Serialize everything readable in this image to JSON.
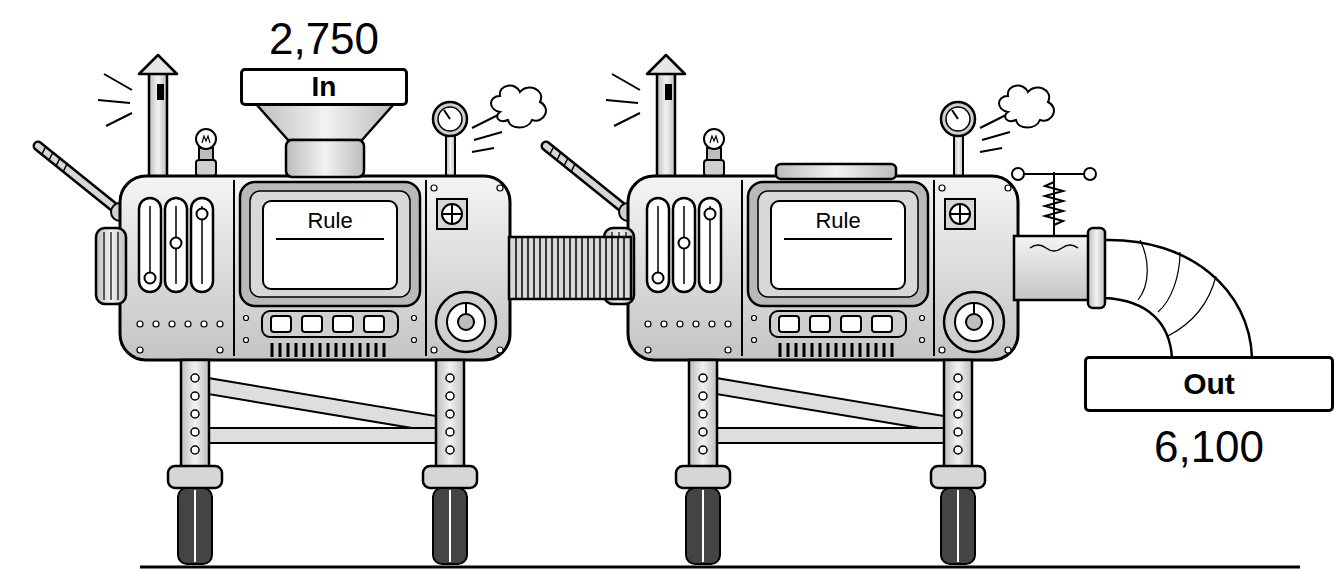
{
  "diagram": {
    "nodes": [
      {
        "text": [
          "2,750",
          "In"
        ]
      },
      {
        "text": [
          "Rule"
        ]
      },
      {
        "text": [
          "Rule"
        ]
      },
      {
        "text": [
          "Out",
          "6,100"
        ]
      }
    ]
  }
}
